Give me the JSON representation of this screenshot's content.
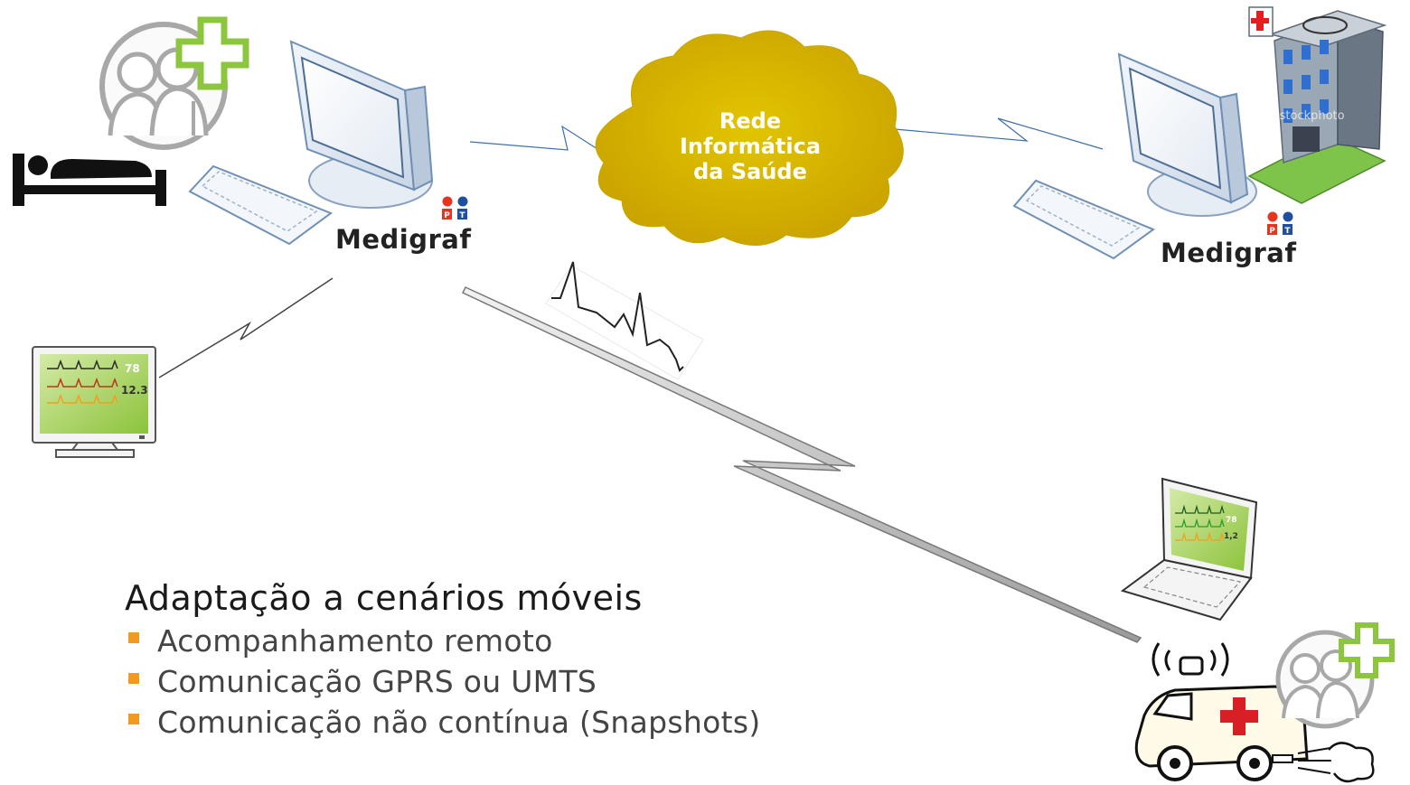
{
  "cloud": {
    "lines": [
      "Rede",
      "Informática",
      "da Saúde"
    ]
  },
  "logos": {
    "left": "Medigraf",
    "right": "Medigraf",
    "pt_letters": [
      "P",
      "T"
    ]
  },
  "monitor_values": {
    "heart_rate": "78",
    "value": "12.3"
  },
  "laptop_values": {
    "heart_rate": "78",
    "value": "1,2"
  },
  "watermark": "istockphoto",
  "content": {
    "heading": "Adaptação a cenários móveis",
    "bullets": [
      "Acompanhamento remoto",
      "Comunicação GPRS ou UMTS",
      "Comunicação não contínua (Snapshots)"
    ]
  },
  "colors": {
    "accent_green": "#8cc63f",
    "cloud_gold": "#d4b200",
    "bullet_orange": "#f29a1f",
    "ekg_green": "#8ec641"
  },
  "icons": [
    "medical-staff-icon",
    "bed-icon",
    "desktop-computer-icon",
    "keyboard-icon",
    "network-cloud-icon",
    "hospital-building-icon",
    "patient-monitor-icon",
    "ecg-waveform-icon",
    "laptop-icon",
    "ambulance-icon",
    "wireless-link-icon"
  ]
}
